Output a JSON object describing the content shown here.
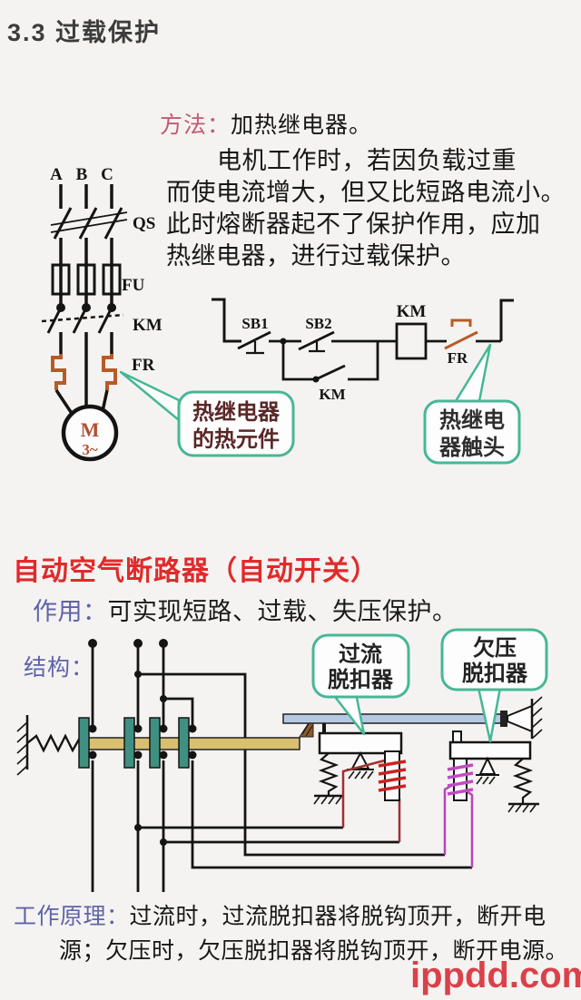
{
  "page": {
    "title": "3.3  过载保护",
    "method_label": "方法：",
    "method_value": "加热继电器。",
    "para_lines": [
      "电机工作时，若因负载过重",
      "而使电流增大，但又比短路电流小。",
      "此时熔断器起不了保护作用，应加",
      "热继电器，进行过载保护。"
    ],
    "watermark": "ippdd.com"
  },
  "main_circuit": {
    "phase_a": "A",
    "phase_b": "B",
    "phase_c": "C",
    "qs": "QS",
    "fu": "FU",
    "km": "KM",
    "fr": "FR",
    "motor": "M",
    "motor_phases": "3~"
  },
  "control_circuit": {
    "sb1": "SB1",
    "sb2": "SB2",
    "km_coil": "KM",
    "km_aux": "KM",
    "fr": "FR"
  },
  "callouts": {
    "heater_line1": "热继电器",
    "heater_line2": "的热元件",
    "contact_line1": "热继电",
    "contact_line2": "器触头",
    "overcurrent_line1": "过流",
    "overcurrent_line2": "脱扣器",
    "undervoltage_line1": "欠压",
    "undervoltage_line2": "脱扣器"
  },
  "breaker": {
    "title": "自动空气断路器（自动开关）",
    "function_label": "作用：",
    "function_value": "可实现短路、过载、失压保护。",
    "structure_label": "结构：",
    "principle_label": "工作原理：",
    "principle_line1_rest": "过流时，过流脱扣器将脱钩顶开，断开电",
    "principle_line2": "源；欠压时，欠压脱扣器将脱钩顶开，断开电源。"
  },
  "colors": {
    "section_title_red": "#e02a2a",
    "label_purple": "#5f63a8",
    "method_pink": "#c25a72",
    "callout_green": "#46b795",
    "heater_orange": "#b85a28",
    "coil_red": "#cc2222",
    "coil_magenta": "#c24ac2",
    "trip_bar_blue": "#b6c9e2",
    "contact_bar_yellow": "#d8c070",
    "contact_teal": "#3f9080",
    "watermark_red": "#d8323c"
  }
}
